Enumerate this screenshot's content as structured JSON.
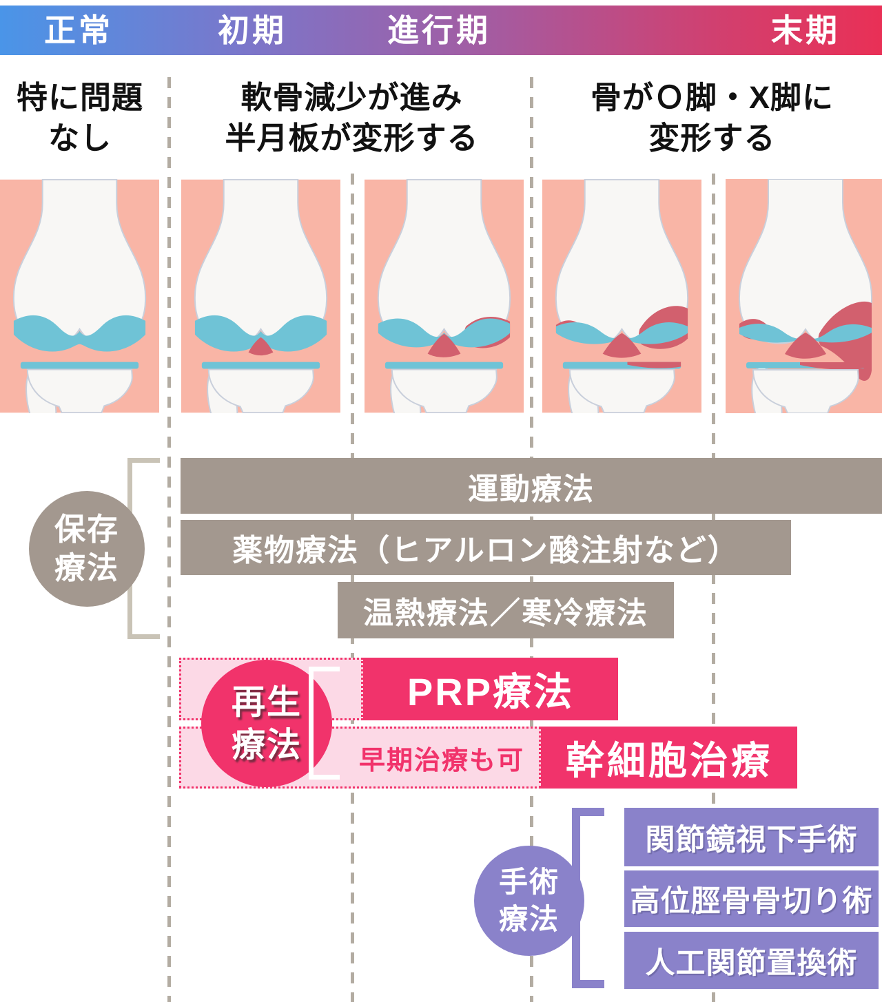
{
  "stage_bar": {
    "labels": [
      "正常",
      "初期",
      "進行期",
      "末期"
    ],
    "gradient_colors": [
      "#4A95E8",
      "#7B76CA",
      "#A55BA0",
      "#E93056"
    ]
  },
  "descriptions": [
    {
      "lines": [
        "特に問題",
        "なし"
      ]
    },
    {
      "lines": [
        "軟骨減少が進み",
        "半月板が変形する"
      ]
    },
    {
      "lines": [
        "骨がＯ脚・X脚に",
        "変形する"
      ]
    }
  ],
  "knee_stages": [
    "normal",
    "early",
    "progressing",
    "advanced",
    "terminal"
  ],
  "conservative": {
    "group_label_lines": [
      "保存",
      "療法"
    ],
    "bars": [
      {
        "label": "運動療法"
      },
      {
        "label": "薬物療法（ヒアルロン酸注射など）"
      },
      {
        "label": "温熱療法／寒冷療法"
      }
    ]
  },
  "regenerative": {
    "group_label_lines": [
      "再生",
      "療法"
    ],
    "prp_label": "PRP療法",
    "stemcell_label": "幹細胞治療",
    "note": "早期治療も可"
  },
  "surgical": {
    "group_label_lines": [
      "手術",
      "療法"
    ],
    "bars": [
      {
        "label": "関節鏡視下手術"
      },
      {
        "label": "高位脛骨骨切り術"
      },
      {
        "label": "人工関節置換術"
      }
    ]
  },
  "colors": {
    "bar_gray": "#A3988F",
    "accent_pink": "#F1336B",
    "light_pink": "#FCD9E6",
    "accent_purple": "#8A82CA",
    "knee_background": "#F9B5A6",
    "bone_white": "#F8F7F5",
    "bone_outline": "#CByoCFDB",
    "cartilage_blue": "#6FC3D6",
    "damage_red": "#D2606E",
    "dashed_line": "#B3ACA2",
    "bracket_gray": "#C9C3B6"
  }
}
